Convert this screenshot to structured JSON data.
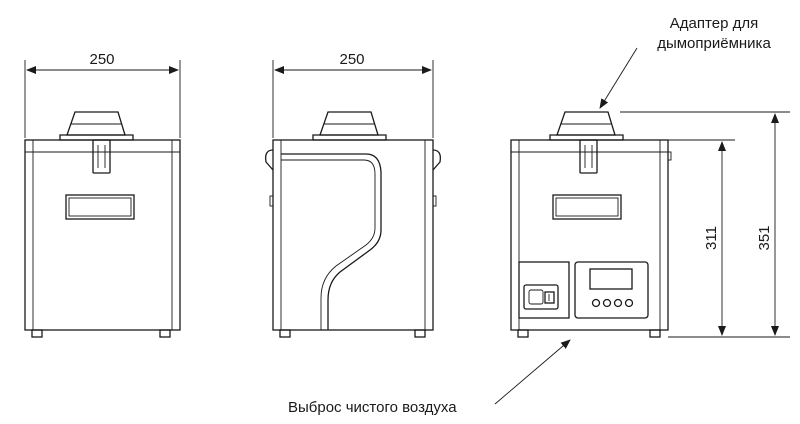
{
  "dimensions": {
    "front_width": "250",
    "side_width": "250",
    "body_height": "311",
    "total_height": "351"
  },
  "callouts": {
    "adapter_line1": "Адаптер для",
    "adapter_line2": "дымоприёмника",
    "exhaust": "Выброс чистого воздуха"
  }
}
